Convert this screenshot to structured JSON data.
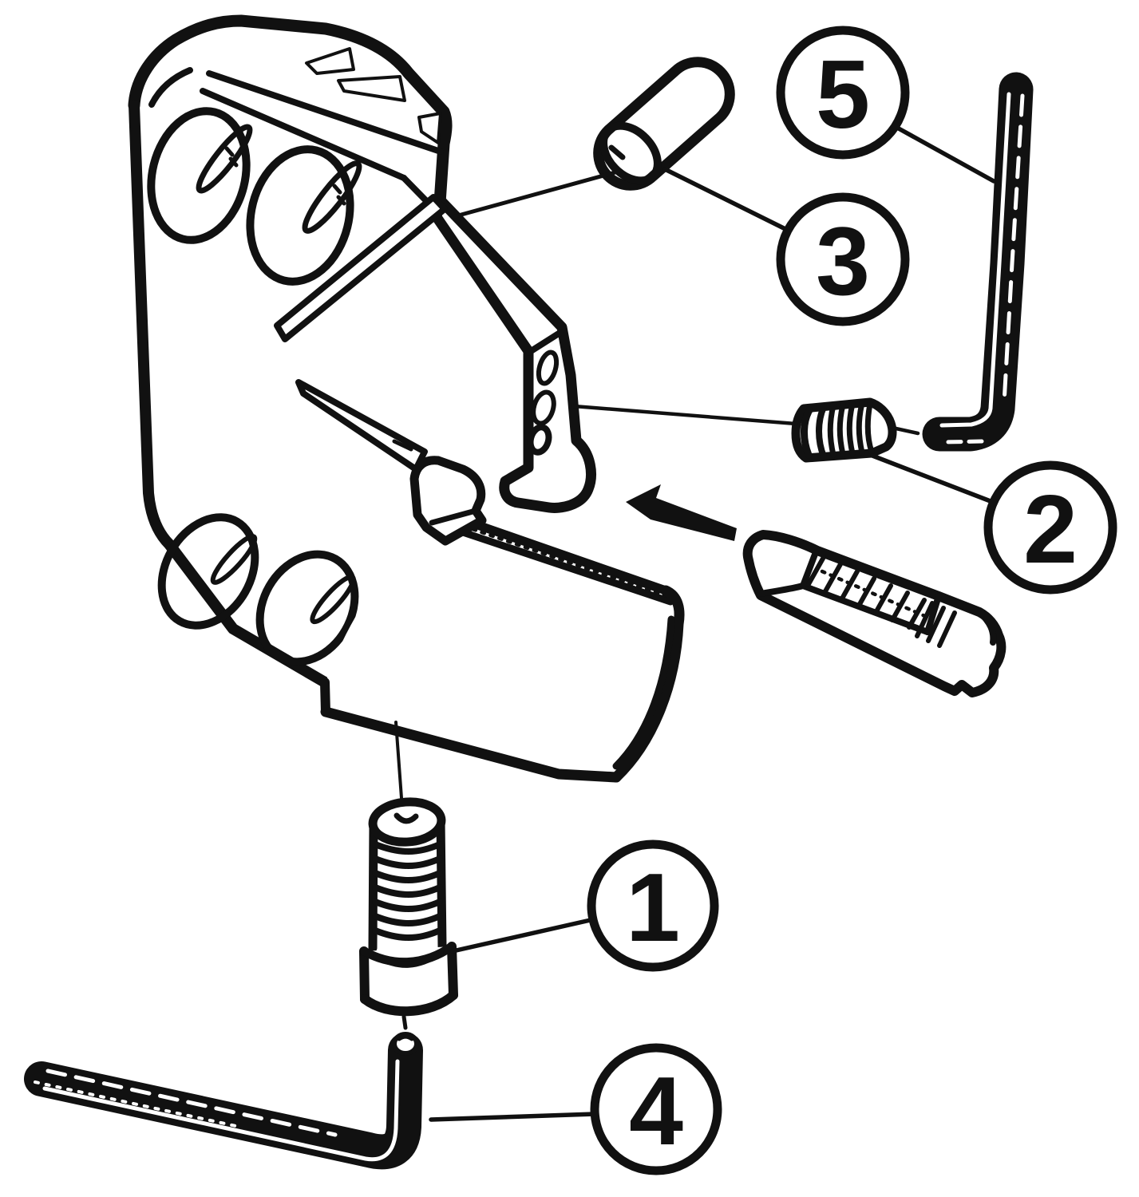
{
  "figure": {
    "type": "exploded-assembly-diagram",
    "description": "Exploded view of a parting and grooving tool holder: body, blade adapter, insert, pin, screws and hex keys",
    "background_color": "#ffffff",
    "line_color": "#111111"
  },
  "callouts": [
    {
      "label": "1",
      "part": "clamp-screw"
    },
    {
      "label": "2",
      "part": "set-screw"
    },
    {
      "label": "3",
      "part": "locating-pin"
    },
    {
      "label": "4",
      "part": "hex-key-bottom"
    },
    {
      "label": "5",
      "part": "hex-key-right"
    }
  ],
  "arrow": {
    "meaning": "insert-mounting-direction"
  }
}
